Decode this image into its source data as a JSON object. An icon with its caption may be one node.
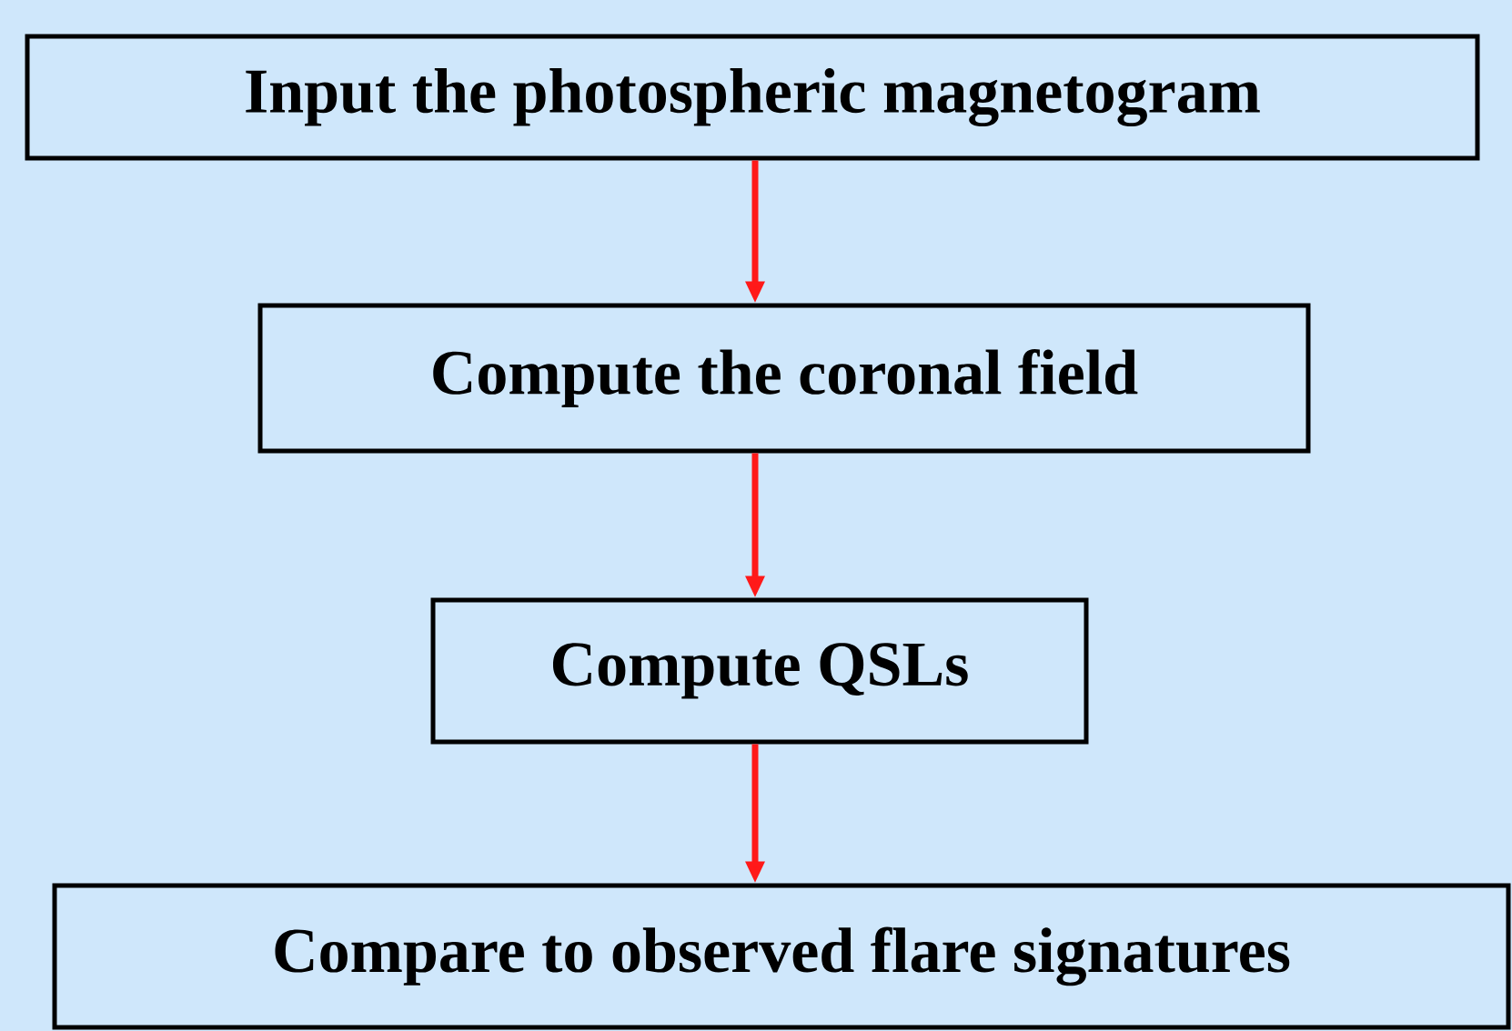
{
  "diagram": {
    "nodes": [
      {
        "text": [
          "Input the photospheric magnetogram"
        ]
      },
      {
        "text": [
          "Compute the coronal field"
        ]
      },
      {
        "text": [
          "Compute QSLs"
        ]
      },
      {
        "text": [
          "Compare to observed flare signatures"
        ]
      }
    ],
    "edges": [
      {
        "from": 0,
        "to": 1,
        "arrow": "to"
      },
      {
        "from": 1,
        "to": 2,
        "arrow": "to"
      },
      {
        "from": 2,
        "to": 3,
        "arrow": "to"
      }
    ]
  }
}
